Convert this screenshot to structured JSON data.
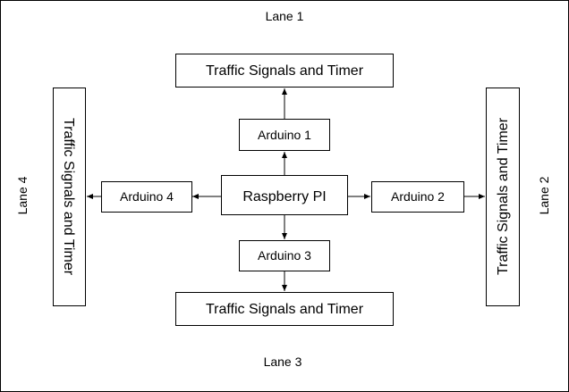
{
  "lanes": {
    "top": "Lane 1",
    "right": "Lane 2",
    "bottom": "Lane 3",
    "left": "Lane 4"
  },
  "nodes": {
    "center": "Raspberry PI",
    "arduino_top": "Arduino 1",
    "arduino_right": "Arduino 2",
    "arduino_bottom": "Arduino 3",
    "arduino_left": "Arduino 4",
    "signals_top": "Traffic Signals and Timer",
    "signals_right": "Traffic Signals and Timer",
    "signals_bottom": "Traffic Signals and Timer",
    "signals_left": "Traffic Signals and Timer"
  },
  "edges": [
    {
      "from": "center",
      "to": "arduino_top"
    },
    {
      "from": "center",
      "to": "arduino_right"
    },
    {
      "from": "center",
      "to": "arduino_bottom"
    },
    {
      "from": "center",
      "to": "arduino_left"
    },
    {
      "from": "arduino_top",
      "to": "signals_top"
    },
    {
      "from": "arduino_right",
      "to": "signals_right"
    },
    {
      "from": "arduino_bottom",
      "to": "signals_bottom"
    },
    {
      "from": "arduino_left",
      "to": "signals_left"
    }
  ],
  "colors": {
    "line": "#000000",
    "background": "#ffffff"
  }
}
